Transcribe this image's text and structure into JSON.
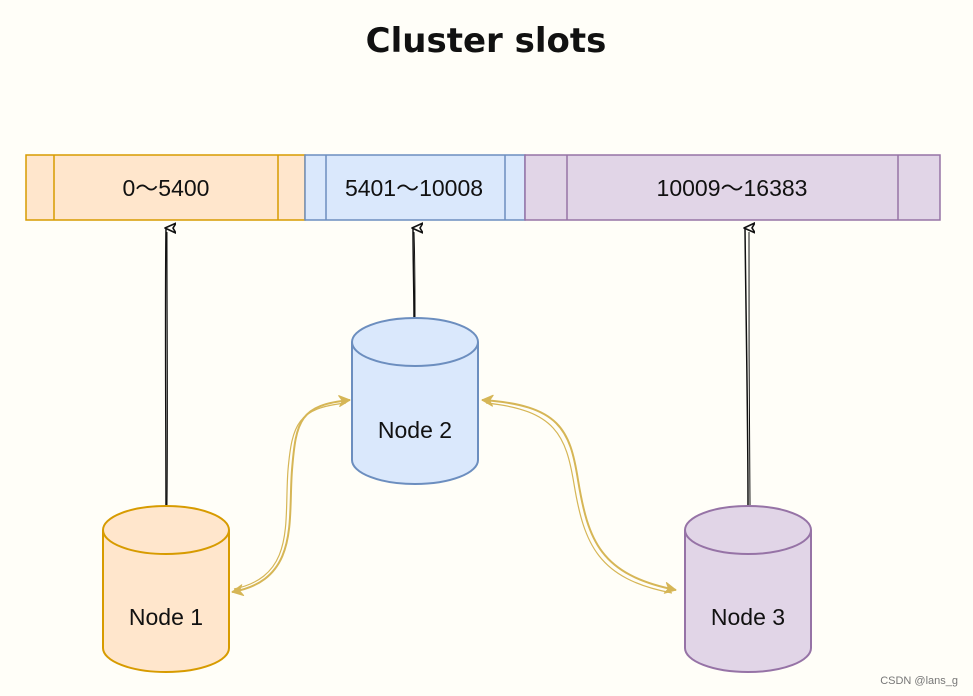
{
  "title": "Cluster slots",
  "colors": {
    "orange_fill": "#ffe6cc",
    "orange_stroke": "#d79b00",
    "blue_fill": "#dae8fc",
    "blue_stroke": "#6c8ebf",
    "purple_fill": "#e1d5e7",
    "purple_stroke": "#9673a6",
    "link_color": "#d6b656",
    "arrow_color": "#111111"
  },
  "slots": [
    {
      "label": "0～5400",
      "color": "orange"
    },
    {
      "label": "5401～10008",
      "color": "blue"
    },
    {
      "label": "10009～16383",
      "color": "purple"
    }
  ],
  "nodes": [
    {
      "label": "Node 1",
      "color": "orange"
    },
    {
      "label": "Node 2",
      "color": "blue"
    },
    {
      "label": "Node 3",
      "color": "purple"
    }
  ],
  "watermark": "CSDN @lans_g"
}
